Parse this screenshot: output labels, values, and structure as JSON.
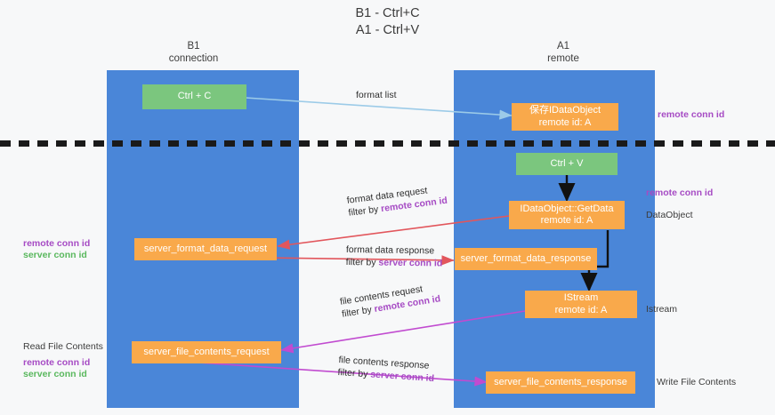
{
  "title": "B1 - Ctrl+C\nA1 - Ctrl+V",
  "colors": {
    "lane": "#4a86d8",
    "green_node": "#7bc67e",
    "orange_node": "#f9a94b",
    "purple_key": "#a64bc4",
    "green_key": "#5ab85e",
    "format_arrow": "#e2565c",
    "file_arrow": "#c14bd0",
    "clipboard_arrow": "#9ccbe8",
    "black_arrow": "#111111",
    "divider": "#1a1a1a",
    "background": "#f7f8f9"
  },
  "lanes": [
    {
      "id": "b1",
      "header": "B1\nconnection"
    },
    {
      "id": "a1",
      "header": "A1\nremote"
    }
  ],
  "nodes": {
    "ctrl_c": "Ctrl + C",
    "ctrl_v": "Ctrl + V",
    "save_dataobject": "保存IDataObject\nremote id: A",
    "getdata": "IDataObject::GetData\nremote id: A",
    "istream": "IStream\nremote id: A",
    "server_format_data_request": "server_format_data_request",
    "server_format_data_response": "server_format_data_response",
    "server_file_contents_request": "server_file_contents_request",
    "server_file_contents_response": "server_file_contents_response"
  },
  "flows": {
    "format_list": "format list",
    "format_data_request": "format data request",
    "format_data_request_filter_prefix": "filter by ",
    "format_data_request_filter_key": "remote conn id",
    "format_data_response": "format data response",
    "format_data_response_filter_prefix": "filter by ",
    "format_data_response_filter_key": "server conn id",
    "file_contents_request": "file contents request",
    "file_contents_request_filter_prefix": "filter by ",
    "file_contents_request_filter_key": "remote conn id",
    "file_contents_response": "file contents response",
    "file_contents_response_filter_prefix": "filter by ",
    "file_contents_response_filter_key": "server conn id"
  },
  "side_labels": {
    "right_top_remote_conn_id": "remote conn id",
    "right_mid_remote_conn_id": "remote conn id",
    "right_dataobject": "DataObject",
    "right_istream": "Istream",
    "right_write_file_contents": "Write File Contents",
    "left_remote_conn_id": "remote conn id",
    "left_server_conn_id": "server conn id",
    "left_read_file_contents": "Read File Contents",
    "left_bottom_remote_conn_id": "remote conn id",
    "left_bottom_server_conn_id": "server conn id"
  }
}
